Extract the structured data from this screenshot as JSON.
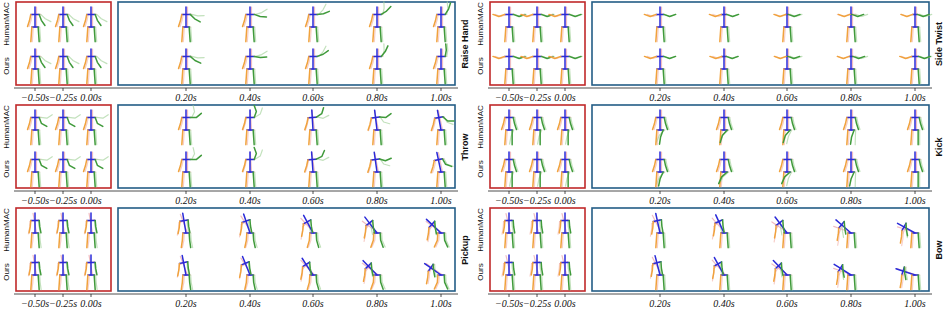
{
  "diagram": {
    "labels": [
      "HumanMAC",
      "Ours",
      "−0.50s",
      "−0.25s",
      "0.00s",
      "0.20s",
      "0.40s",
      "0.60s",
      "0.80s",
      "1.00s",
      "Raise Hand",
      "HumanMAC",
      "Ours",
      "−0.50s",
      "−0.25s",
      "0.00s",
      "0.20s",
      "0.40s",
      "0.60s",
      "0.80s",
      "1.00s",
      "Side Twist",
      "HumanMAC",
      "Ours",
      "−0.50s",
      "−0.25s",
      "0.00s",
      "0.20s",
      "0.40s",
      "0.60s",
      "0.80s",
      "1.00s",
      "Throw",
      "HumanMAC",
      "Ours",
      "−0.50s",
      "−0.25s",
      "0.00s",
      "0.20s",
      "0.40s",
      "0.60s",
      "0.80s",
      "1.00s",
      "Kick",
      "HumanMAC",
      "Ours",
      "−0.50s",
      "−0.25s",
      "0.00s",
      "0.20s",
      "0.40s",
      "0.60s",
      "0.80s",
      "1.00s",
      "Pickup",
      "HumanMAC",
      "Ours",
      "−0.50s",
      "−0.25s",
      "0.00s",
      "0.20s",
      "0.40s",
      "0.60s",
      "0.80s",
      "1.00s",
      "Bow"
    ]
  }
}
